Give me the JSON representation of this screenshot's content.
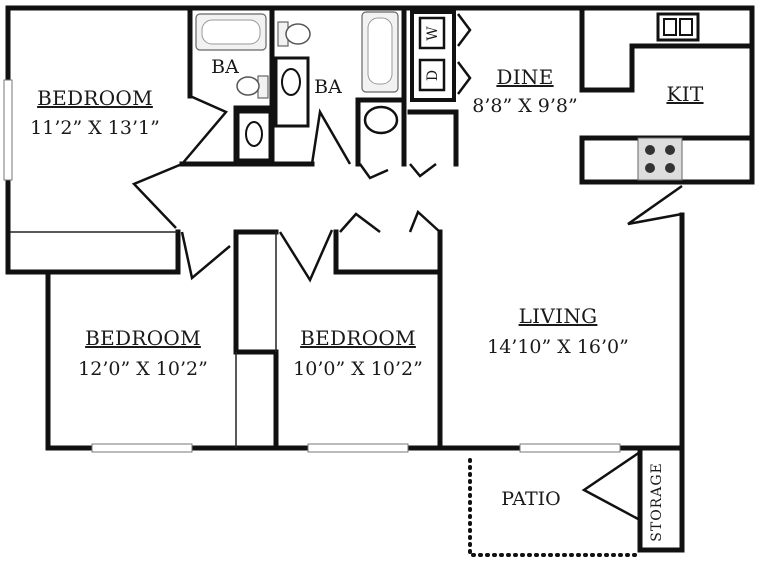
{
  "rooms": {
    "bedroom_1": {
      "name": "BEDROOM",
      "dims": "11’2” X 13’1”"
    },
    "bedroom_2": {
      "name": "BEDROOM",
      "dims": "12’0” X 10’2”"
    },
    "bedroom_3": {
      "name": "BEDROOM",
      "dims": "10’0” X 10’2”"
    },
    "living": {
      "name": "LIVING",
      "dims": "14’10” X 16’0”"
    },
    "dine": {
      "name": "DINE",
      "dims": "8’8” X 9’8”"
    },
    "kitchen": {
      "name": "KIT"
    },
    "bath_1": {
      "name": "BA"
    },
    "bath_2": {
      "name": "BA"
    },
    "patio": {
      "name": "PATIO"
    },
    "storage": {
      "name": "STORAGE"
    }
  },
  "appliances": {
    "washer": "W",
    "dryer": "D"
  },
  "colors": {
    "wall": "#111111",
    "background": "#ffffff",
    "fixture": "#f2f2f2"
  }
}
